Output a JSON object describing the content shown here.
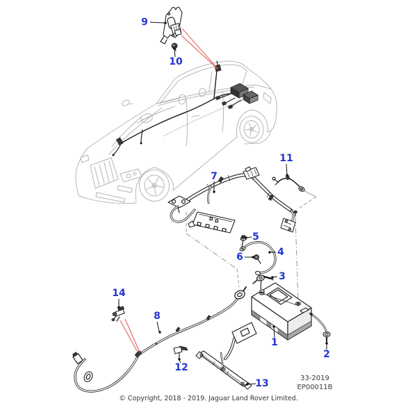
{
  "diagram": {
    "callouts": [
      "1",
      "2",
      "3",
      "4",
      "5",
      "6",
      "7",
      "8",
      "9",
      "10",
      "11",
      "12",
      "13",
      "14"
    ],
    "figure": {
      "number": "33-2019",
      "code": "EP00011B"
    },
    "copyright": "© Copyright, 2018 - 2019. Jaguar Land Rover Limited.",
    "colors": {
      "callout": "#2236cf",
      "leader-red": "#e87470",
      "sketch": "#b5b5b5",
      "ink": "#222222"
    }
  }
}
